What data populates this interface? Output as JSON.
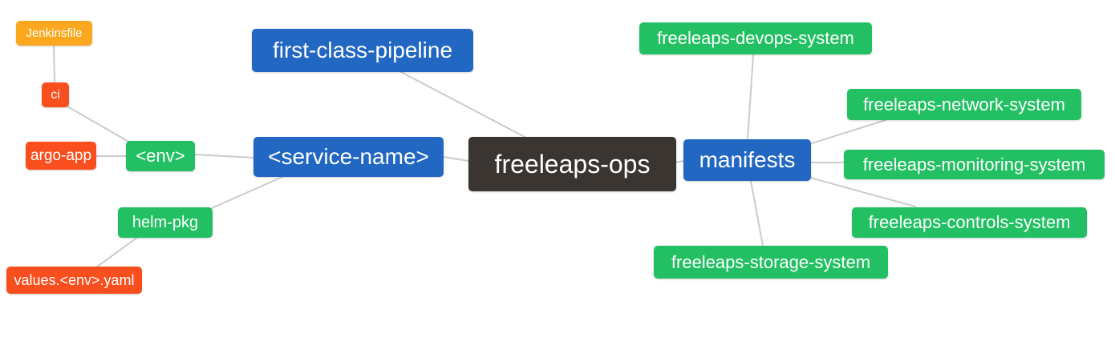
{
  "diagram": {
    "type": "mindmap",
    "root_label": "freeleaps-ops"
  },
  "palette": {
    "blue": "#2268c3",
    "green": "#22c063",
    "orange": "#fba81f",
    "red": "#f94e1e",
    "dark": "#3a3530",
    "edge_gray": "#cbcbcb",
    "node_text": "#ffffff",
    "background": "#ffffff"
  },
  "nodes": {
    "freeleaps_ops": {
      "label": "freeleaps-ops",
      "color": "dark"
    },
    "first_class_pipeline": {
      "label": "first-class-pipeline",
      "color": "blue"
    },
    "service_name": {
      "label": "<service-name>",
      "color": "blue"
    },
    "manifests": {
      "label": "manifests",
      "color": "blue"
    },
    "env": {
      "label": "<env>",
      "color": "green"
    },
    "helm_pkg": {
      "label": "helm-pkg",
      "color": "green"
    },
    "devops_system": {
      "label": "freeleaps-devops-system",
      "color": "green"
    },
    "network_system": {
      "label": "freeleaps-network-system",
      "color": "green"
    },
    "monitoring_system": {
      "label": "freeleaps-monitoring-system",
      "color": "green"
    },
    "controls_system": {
      "label": "freeleaps-controls-system",
      "color": "green"
    },
    "storage_system": {
      "label": "freeleaps-storage-system",
      "color": "green"
    },
    "jenkinsfile": {
      "label": "Jenkinsfile",
      "color": "orange"
    },
    "ci": {
      "label": "ci",
      "color": "red"
    },
    "argo_app": {
      "label": "argo-app",
      "color": "red"
    },
    "values_env_yaml": {
      "label": "values.<env>.yaml",
      "color": "red"
    }
  },
  "edges": [
    {
      "from": "Jenkinsfile",
      "to": "ci"
    },
    {
      "from": "ci",
      "to": "<env>"
    },
    {
      "from": "argo-app",
      "to": "<env>"
    },
    {
      "from": "<env>",
      "to": "<service-name>"
    },
    {
      "from": "<service-name>",
      "to": "helm-pkg"
    },
    {
      "from": "helm-pkg",
      "to": "values.<env>.yaml"
    },
    {
      "from": "first-class-pipeline",
      "to": "freeleaps-ops"
    },
    {
      "from": "<service-name>",
      "to": "freeleaps-ops"
    },
    {
      "from": "freeleaps-ops",
      "to": "manifests"
    },
    {
      "from": "manifests",
      "to": "freeleaps-devops-system"
    },
    {
      "from": "manifests",
      "to": "freeleaps-network-system"
    },
    {
      "from": "manifests",
      "to": "freeleaps-monitoring-system"
    },
    {
      "from": "manifests",
      "to": "freeleaps-controls-system"
    },
    {
      "from": "manifests",
      "to": "freeleaps-storage-system"
    }
  ]
}
